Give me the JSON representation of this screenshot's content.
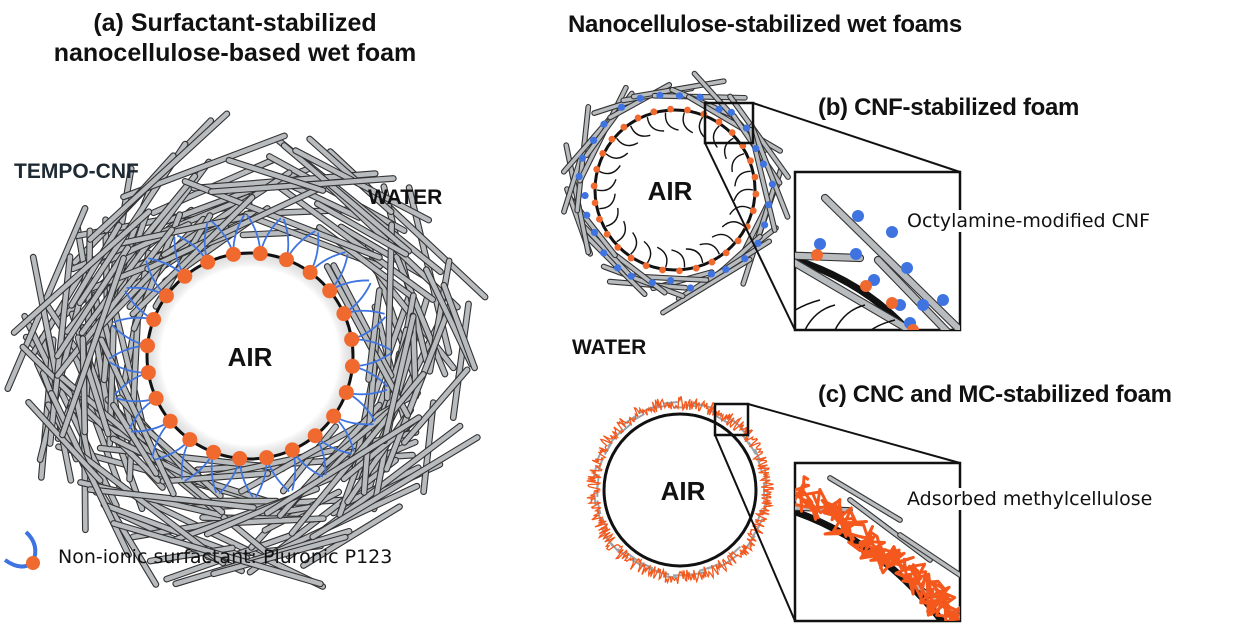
{
  "panel_a": {
    "title_line1": "(a) Surfactant-stabilized",
    "title_line2": "nanocellulose-based wet foam",
    "fiber_label": "TEMPO-CNF",
    "medium_label": "WATER",
    "core_label": "AIR",
    "legend_text": "Non-ionic surfactant: Pluronic P123",
    "legend_icon": "surfactant-molecule-icon"
  },
  "right_header": {
    "title": "Nanocellulose-stabilized wet foams",
    "medium_label": "WATER"
  },
  "panel_b": {
    "title": "(b) CNF-stabilized foam",
    "core_label": "AIR",
    "inset_caption": "Octylamine-modified CNF"
  },
  "panel_c": {
    "title": "(c) CNC and MC-stabilized foam",
    "core_label": "AIR",
    "inset_caption": "Adsorbed methylcellulose"
  },
  "colors": {
    "fiber_gray": "#b9bcbf",
    "fiber_outline": "#333333",
    "surfactant_blue": "#3f74e0",
    "head_orange": "#f06a30",
    "methylcellulose_orange": "#f4581c",
    "interface_black": "#111111"
  }
}
